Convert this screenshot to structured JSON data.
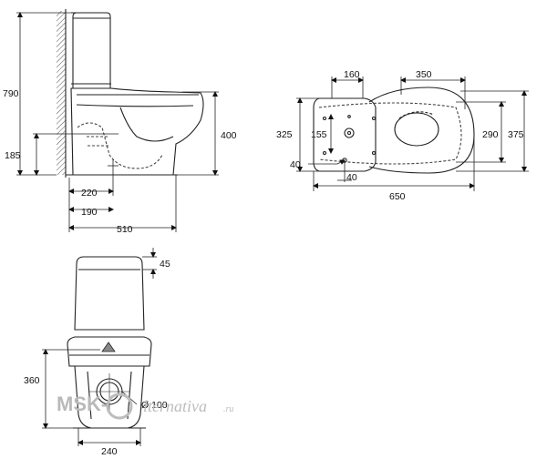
{
  "side_view": {
    "dims": {
      "height_total": "790",
      "outlet_height": "185",
      "seat_height": "400",
      "d220": "220",
      "d190": "190",
      "depth": "510"
    }
  },
  "top_view": {
    "dims": {
      "d160": "160",
      "d350": "350",
      "d325": "325",
      "d155": "155",
      "d290": "290",
      "d375": "375",
      "d40a": "40",
      "d40b": "40",
      "width": "650"
    }
  },
  "front_view": {
    "dims": {
      "d45": "45",
      "d360": "360",
      "diameter": "Ø 100",
      "d240": "240"
    }
  },
  "watermark": {
    "part1": "MSK-",
    "part2": "lternativa",
    "part3": ".ru"
  },
  "colors": {
    "line": "#222222",
    "hatch": "#555555",
    "watermark": "#bbbbbb"
  }
}
